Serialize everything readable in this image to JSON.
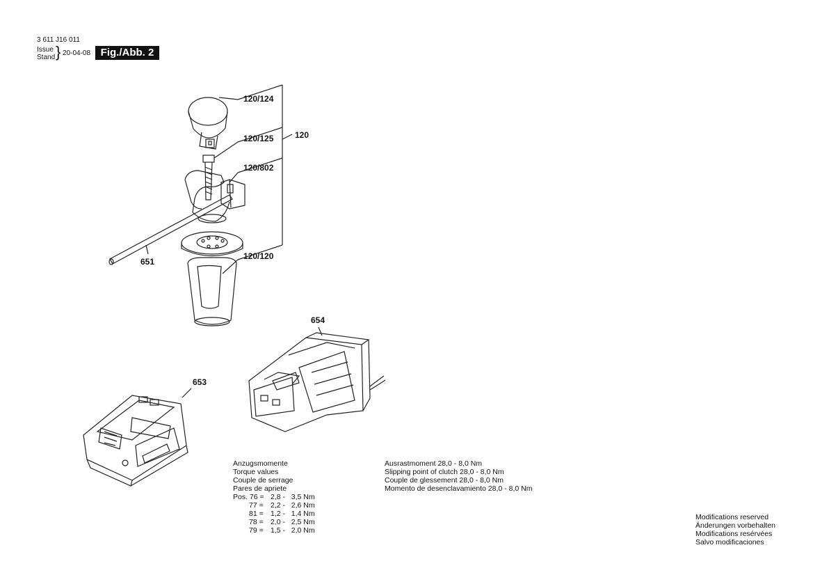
{
  "header": {
    "part_number": "3 611 J16 011",
    "issue_label": "Issue",
    "stand_label": "Stand",
    "date": "20-04-08",
    "figure_label": "Fig./Abb. 2"
  },
  "callouts": {
    "c120_124": "120/124",
    "c120_125": "120/125",
    "c120": "120",
    "c120_802": "120/802",
    "c651": "651",
    "c120_120": "120/120",
    "c654": "654",
    "c653": "653"
  },
  "torque_block": {
    "lines": [
      "Anzugsmomente",
      "Torque values",
      "Couple de serrage",
      "Pares de apriete"
    ],
    "rows": [
      {
        "pos": "Pos. 76 =",
        "range": "2,8 -   3,5 Nm"
      },
      {
        "pos": "77 =",
        "range": "2,2 -   2,6 Nm"
      },
      {
        "pos": "81 =",
        "range": "1,2 -   1,4 Nm"
      },
      {
        "pos": "78 =",
        "range": "2,0 -   2,5 Nm"
      },
      {
        "pos": "79 =",
        "range": "1,5 -   2,0 Nm"
      }
    ]
  },
  "clutch_block": {
    "lines": [
      "Ausrastmoment  28,0 - 8,0 Nm",
      "Slipping point of clutch  28,0 - 8,0 Nm",
      "Couple de glessement  28,0 - 8,0 Nm",
      "Momento de desenclavamiento  28,0 - 8,0 Nm"
    ]
  },
  "footer_notice": {
    "lines": [
      "Modifications reserved",
      "Änderungen vorbehalten",
      "Modifications resérvées",
      "Salvo modificaciones"
    ]
  }
}
